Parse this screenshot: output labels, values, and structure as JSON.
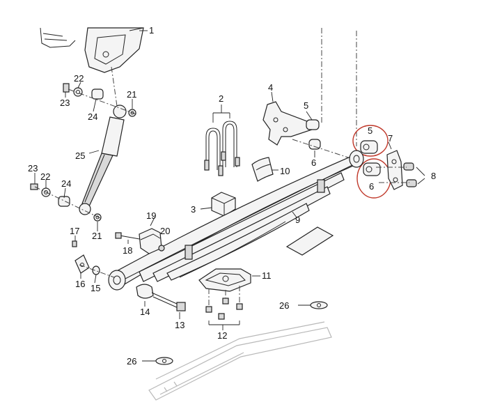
{
  "diagram": {
    "callouts": [
      {
        "id": "c1",
        "text": "1"
      },
      {
        "id": "c2",
        "text": "2"
      },
      {
        "id": "c3",
        "text": "3"
      },
      {
        "id": "c4",
        "text": "4"
      },
      {
        "id": "c5a",
        "text": "5"
      },
      {
        "id": "c5b",
        "text": "5"
      },
      {
        "id": "c6a",
        "text": "6"
      },
      {
        "id": "c6b",
        "text": "6"
      },
      {
        "id": "c7",
        "text": "7"
      },
      {
        "id": "c8",
        "text": "8"
      },
      {
        "id": "c9",
        "text": "9"
      },
      {
        "id": "c10",
        "text": "10"
      },
      {
        "id": "c11",
        "text": "11"
      },
      {
        "id": "c12",
        "text": "12"
      },
      {
        "id": "c13",
        "text": "13"
      },
      {
        "id": "c14",
        "text": "14"
      },
      {
        "id": "c15",
        "text": "15"
      },
      {
        "id": "c16",
        "text": "16"
      },
      {
        "id": "c17",
        "text": "17"
      },
      {
        "id": "c18",
        "text": "18"
      },
      {
        "id": "c19",
        "text": "19"
      },
      {
        "id": "c20",
        "text": "20"
      },
      {
        "id": "c21a",
        "text": "21"
      },
      {
        "id": "c21b",
        "text": "21"
      },
      {
        "id": "c22a",
        "text": "22"
      },
      {
        "id": "c22b",
        "text": "22"
      },
      {
        "id": "c23a",
        "text": "23"
      },
      {
        "id": "c23b",
        "text": "23"
      },
      {
        "id": "c24a",
        "text": "24"
      },
      {
        "id": "c24b",
        "text": "24"
      },
      {
        "id": "c25",
        "text": "25"
      },
      {
        "id": "c26a",
        "text": "26"
      },
      {
        "id": "c26b",
        "text": "26"
      }
    ],
    "highlight_color": "#c0392b"
  }
}
